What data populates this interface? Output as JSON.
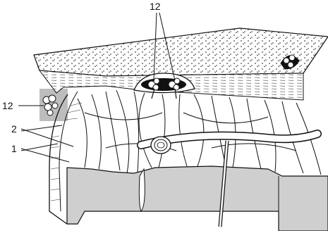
{
  "labels": {
    "top": "12",
    "left_upper": "12",
    "two": "2",
    "one": "1"
  },
  "colors": {
    "ink": "#111111",
    "bone_grey": "#cfcfcf",
    "bone_edge": "#9a9a9a",
    "paper": "#ffffff"
  }
}
